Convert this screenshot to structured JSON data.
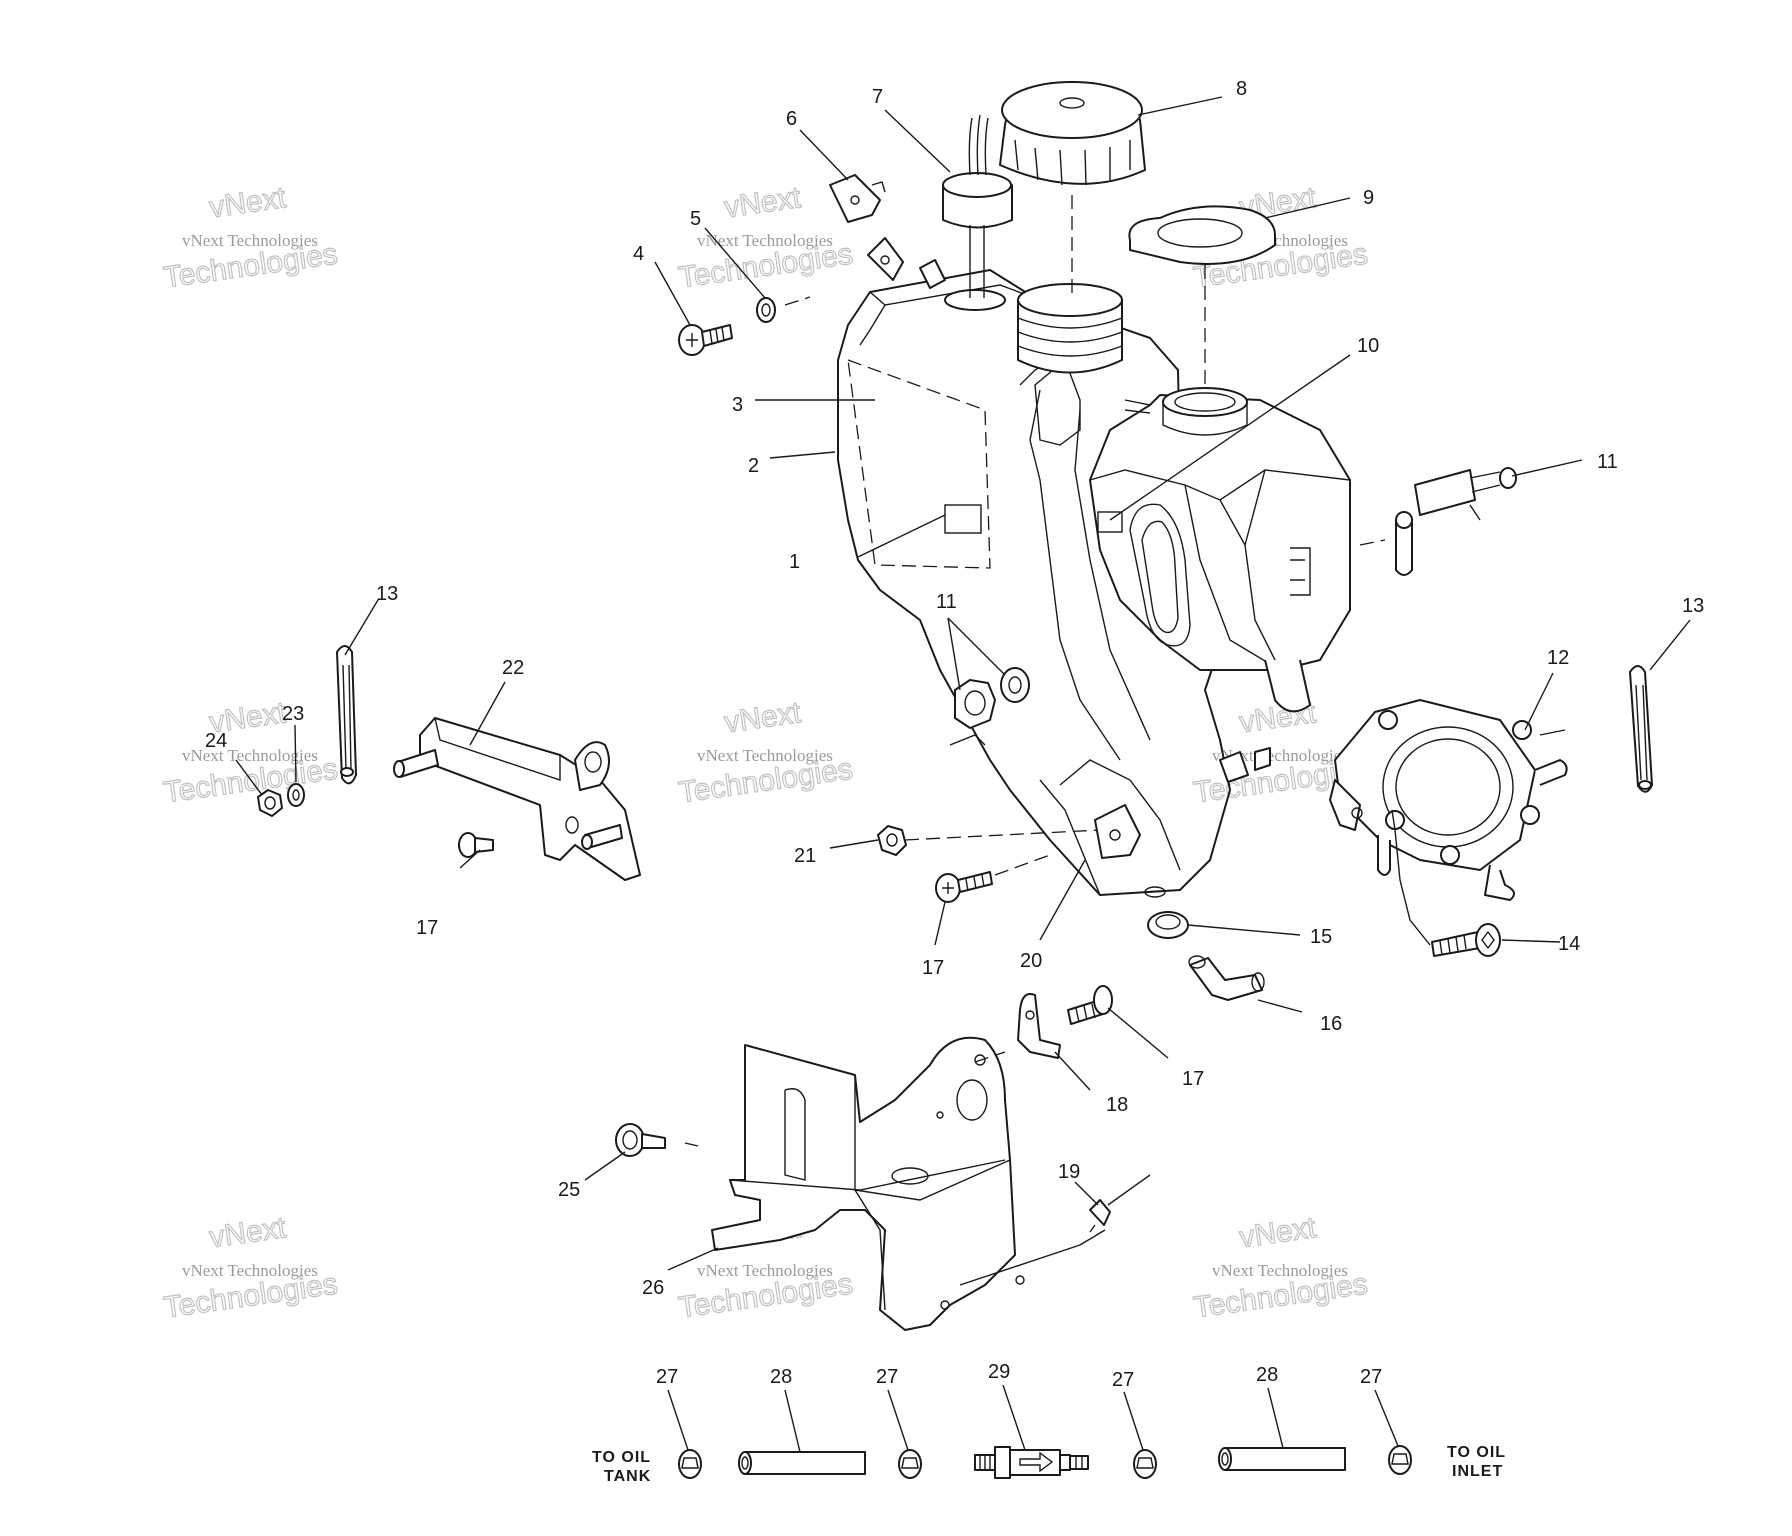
{
  "watermark": {
    "line_small": "vNext Technologies",
    "line_top": "vNext",
    "line_large": "Technologies",
    "color": "#9a9a9a"
  },
  "callouts": {
    "c1": "1",
    "c2": "2",
    "c3": "3",
    "c4": "4",
    "c5": "5",
    "c6": "6",
    "c7": "7",
    "c8": "8",
    "c9": "9",
    "c10": "10",
    "c11": "11",
    "c12": "12",
    "c13": "13",
    "c14": "14",
    "c15": "15",
    "c16": "16",
    "c17": "17",
    "c18": "18",
    "c19": "19",
    "c20": "20",
    "c21": "21",
    "c22": "22",
    "c23": "23",
    "c24": "24",
    "c25": "25",
    "c26": "26",
    "c27": "27",
    "c28": "28",
    "c29": "29"
  },
  "oil_line": {
    "left_label_line1": "TO OIL",
    "left_label_line2": "TANK",
    "right_label_line1": "TO OIL",
    "right_label_line2": "INLET"
  },
  "line_color": "#1a1a1a"
}
